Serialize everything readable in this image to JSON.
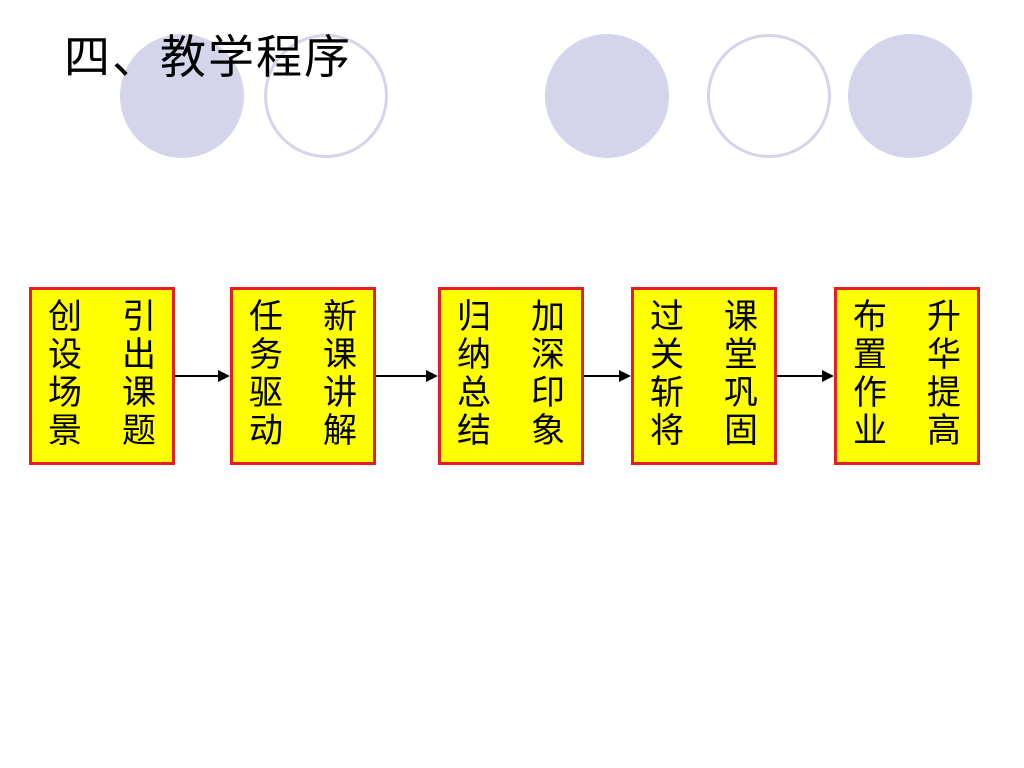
{
  "title": "四、教学程序",
  "colors": {
    "box_fill": "#ffff00",
    "box_border": "#e81e1e",
    "circle": "#d4d4ea"
  },
  "steps": [
    {
      "col1": "创设场景",
      "col2": "引出课题"
    },
    {
      "col1": "任务驱动",
      "col2": "新课讲解"
    },
    {
      "col1": "归纳总结",
      "col2": "加深印象"
    },
    {
      "col1": "过关斩将",
      "col2": "课堂巩固"
    },
    {
      "col1": "布置作业",
      "col2": "升华提高"
    }
  ]
}
